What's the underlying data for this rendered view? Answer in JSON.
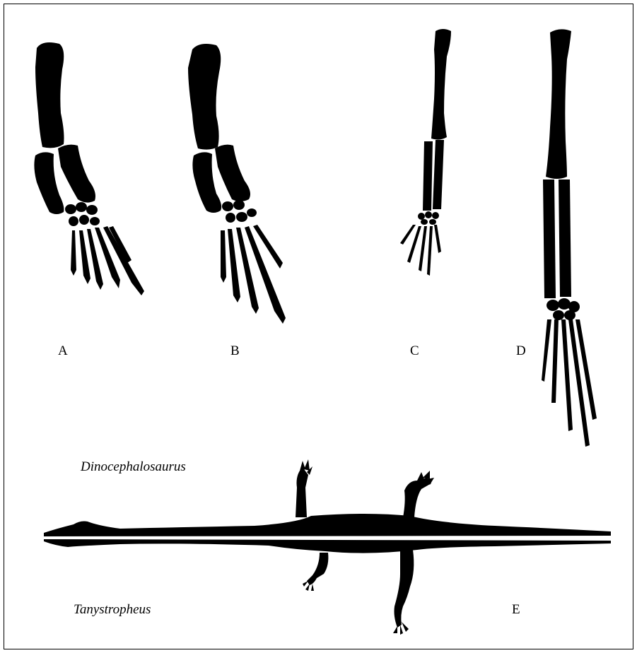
{
  "panels": {
    "a": "A",
    "b": "B",
    "c": "C",
    "d": "D",
    "e": "E"
  },
  "species": {
    "top": "Dinocephalosaurus",
    "bottom": "Tanystropheus"
  },
  "colors": {
    "ink": "#000000",
    "background": "#ffffff"
  }
}
